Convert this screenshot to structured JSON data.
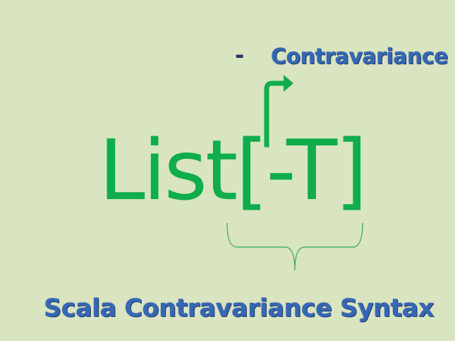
{
  "diagram": {
    "annotation_sign": "-",
    "annotation_label": "Contravariance",
    "syntax_text": "List[-T]",
    "caption": "Scala Contravariance Syntax"
  },
  "colors": {
    "background": "#d9e4c0",
    "syntax_green": "#0fad4c",
    "label_blue": "#3567b5",
    "label_outline": "#1d3a73",
    "brace_green": "#33aa55"
  }
}
